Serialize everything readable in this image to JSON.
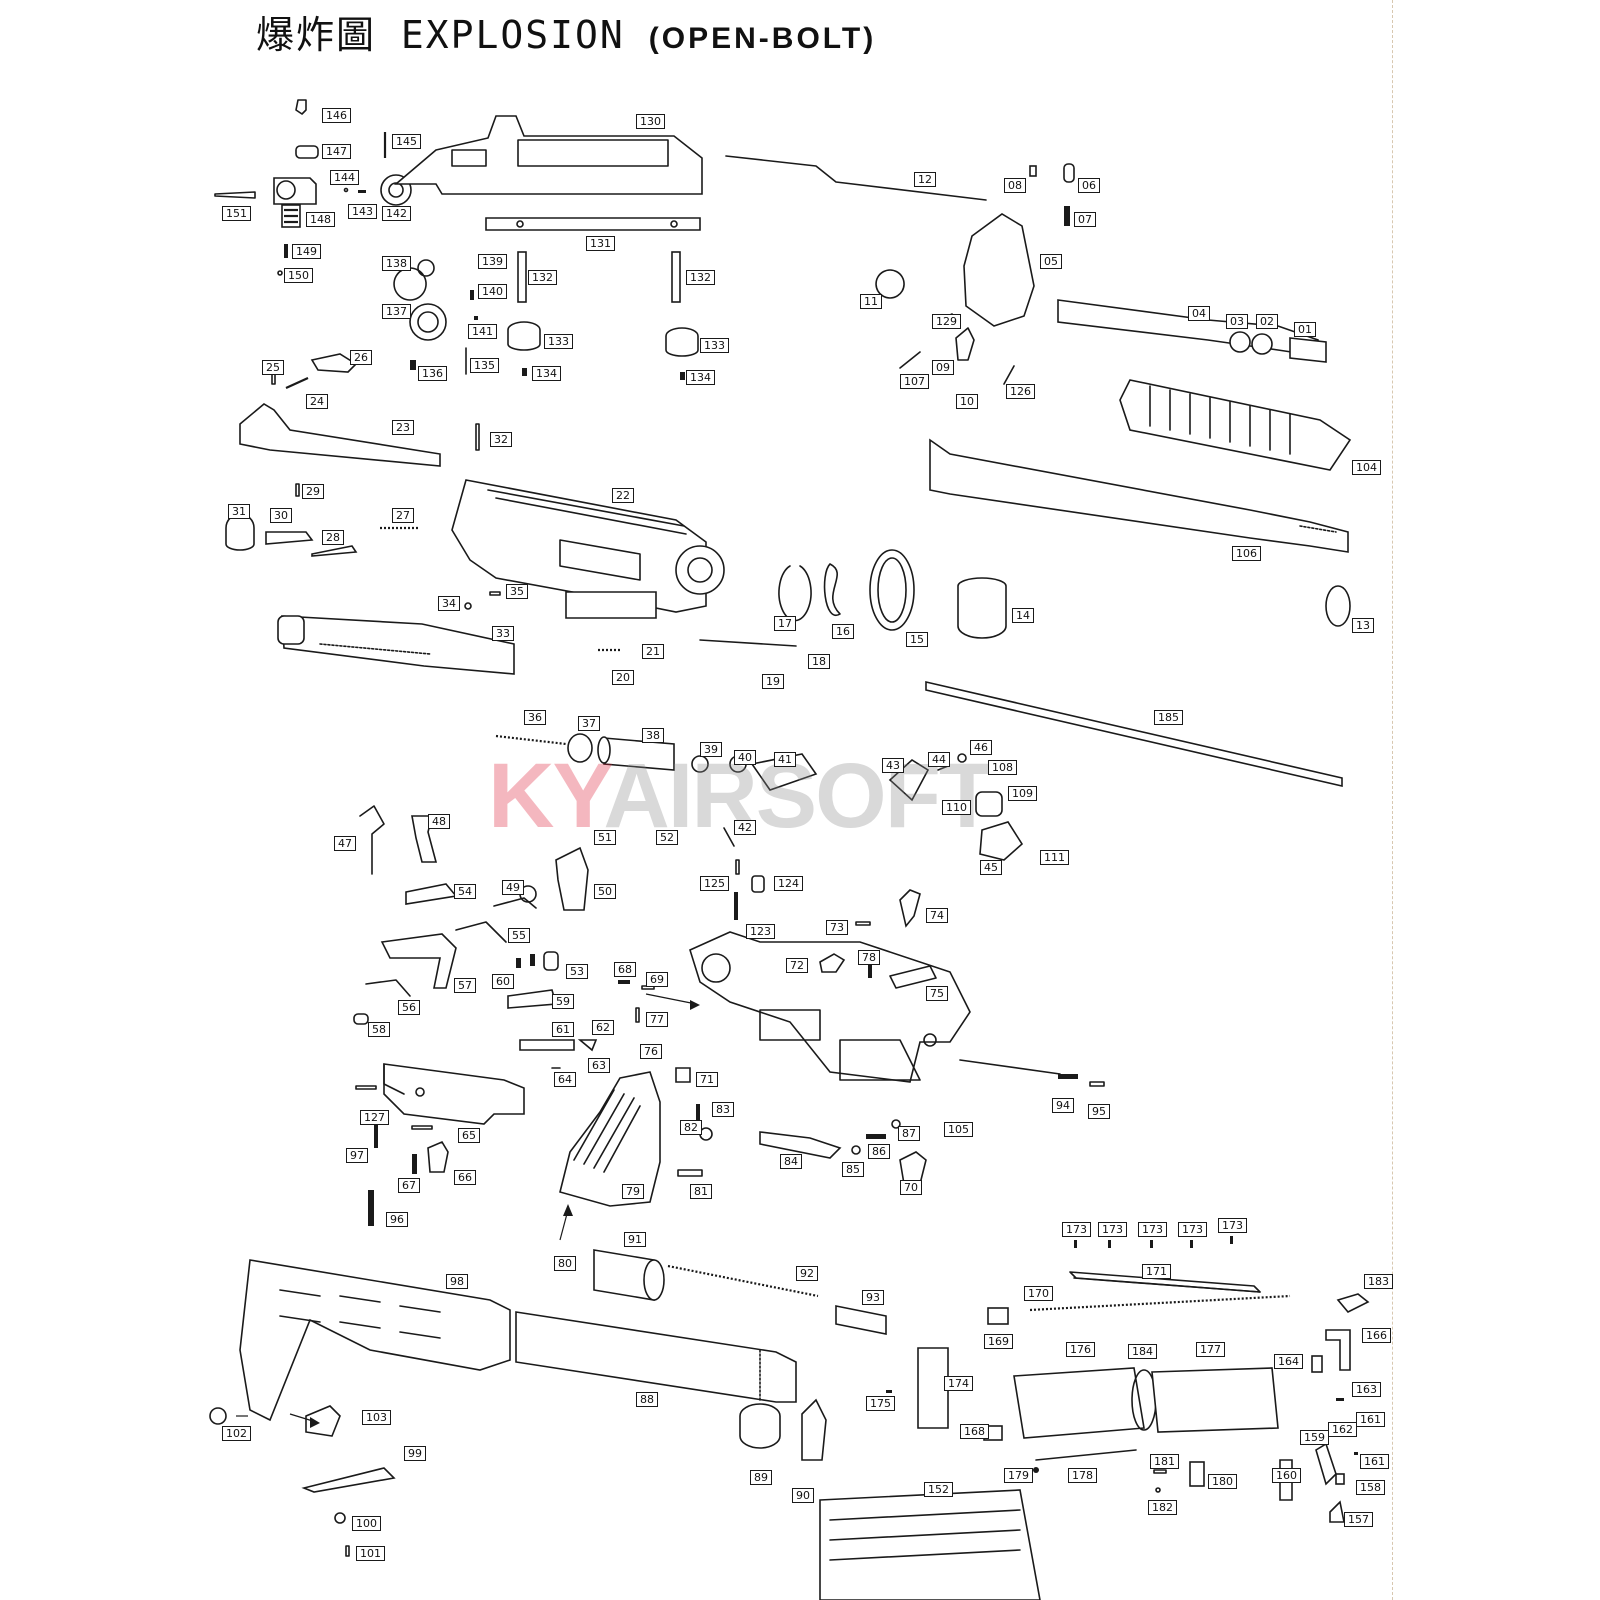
{
  "title": {
    "main": "爆炸圖 EXPLOSION",
    "sub": "(OPEN-BOLT)"
  },
  "watermark": {
    "part_a": "KY",
    "part_b": "AIRSOFT",
    "color_a": "#e0233a",
    "color_b": "#8a8a8a"
  },
  "part_labels": {
    "l01": "01",
    "l02": "02",
    "l03": "03",
    "l04": "04",
    "l05": "05",
    "l06": "06",
    "l07": "07",
    "l08": "08",
    "l09": "09",
    "l10": "10",
    "l11": "11",
    "l12": "12",
    "l13": "13",
    "l14": "14",
    "l15": "15",
    "l16": "16",
    "l17": "17",
    "l18": "18",
    "l19": "19",
    "l20": "20",
    "l21": "21",
    "l22": "22",
    "l23": "23",
    "l24": "24",
    "l25": "25",
    "l26": "26",
    "l27": "27",
    "l28": "28",
    "l29": "29",
    "l30": "30",
    "l31": "31",
    "l32": "32",
    "l33": "33",
    "l34": "34",
    "l35": "35",
    "l36": "36",
    "l37": "37",
    "l38": "38",
    "l39": "39",
    "l40": "40",
    "l41": "41",
    "l42": "42",
    "l43": "43",
    "l44": "44",
    "l45": "45",
    "l46": "46",
    "l47": "47",
    "l48": "48",
    "l49": "49",
    "l50": "50",
    "l51": "51",
    "l52": "52",
    "l53": "53",
    "l54": "54",
    "l55": "55",
    "l56": "56",
    "l57": "57",
    "l58": "58",
    "l59": "59",
    "l60": "60",
    "l61": "61",
    "l62": "62",
    "l63": "63",
    "l64": "64",
    "l65": "65",
    "l66": "66",
    "l67": "67",
    "l68": "68",
    "l69": "69",
    "l70": "70",
    "l71": "71",
    "l72": "72",
    "l73": "73",
    "l74": "74",
    "l75": "75",
    "l76": "76",
    "l77": "77",
    "l78": "78",
    "l79": "79",
    "l80": "80",
    "l81": "81",
    "l82": "82",
    "l83": "83",
    "l84": "84",
    "l85": "85",
    "l86": "86",
    "l87": "87",
    "l88": "88",
    "l89": "89",
    "l90": "90",
    "l91": "91",
    "l92": "92",
    "l93": "93",
    "l94": "94",
    "l95": "95",
    "l96": "96",
    "l97": "97",
    "l98": "98",
    "l99": "99",
    "l100": "100",
    "l101": "101",
    "l102": "102",
    "l103": "103",
    "l104": "104",
    "l105": "105",
    "l106": "106",
    "l107": "107",
    "l108": "108",
    "l109": "109",
    "l110": "110",
    "l111": "111",
    "l124": "124",
    "l125": "125",
    "l126": "126",
    "l127": "127",
    "l129": "129",
    "l130": "130",
    "l131": "131",
    "l132a": "132",
    "l132b": "132",
    "l133a": "133",
    "l133b": "133",
    "l134a": "134",
    "l134b": "134",
    "l135": "135",
    "l136": "136",
    "l137": "137",
    "l138": "138",
    "l139": "139",
    "l140": "140",
    "l141": "141",
    "l142": "142",
    "l143": "143",
    "l144": "144",
    "l145": "145",
    "l146": "146",
    "l147": "147",
    "l148": "148",
    "l149": "149",
    "l150": "150",
    "l151": "151",
    "l152": "152",
    "l157": "157",
    "l158": "158",
    "l159": "159",
    "l160": "160",
    "l161a": "161",
    "l161b": "161",
    "l162": "162",
    "l163": "163",
    "l164": "164",
    "l166": "166",
    "l168": "168",
    "l169": "169",
    "l170": "170",
    "l171": "171",
    "l173a": "173",
    "l173b": "173",
    "l173c": "173",
    "l173d": "173",
    "l173e": "173",
    "l174": "174",
    "l175": "175",
    "l176": "176",
    "l177": "177",
    "l178": "178",
    "l179": "179",
    "l180": "180",
    "l181": "181",
    "l182": "182",
    "l183": "183",
    "l184": "184",
    "l185": "185",
    "l123": "123"
  }
}
